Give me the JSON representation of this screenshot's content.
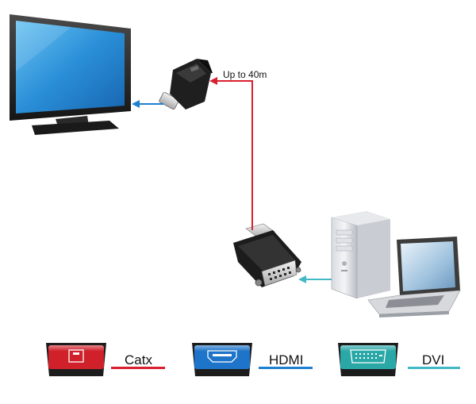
{
  "distance_label": "Up to 40m",
  "legend": [
    {
      "badge_label": "Catx",
      "label": "Catx",
      "color": "#d8202f",
      "badge_color": "#d0202a"
    },
    {
      "badge_label": "HDMI",
      "label": "HDMI",
      "color": "#1f7fd0",
      "badge_color": "#1e74c8"
    },
    {
      "badge_label": "DVI",
      "label": "DVI",
      "color": "#43b8c4",
      "badge_color": "#2aa7a7"
    }
  ],
  "colors": {
    "catx": "#d8202f",
    "hdmi": "#1f7fd0",
    "dvi": "#43b8c4",
    "screen": "#2a8fd8"
  },
  "icons": [
    "monitor-icon",
    "hdmi-receiver-icon",
    "dvi-transmitter-icon",
    "pc-tower-icon",
    "laptop-icon",
    "rj45-port-icon",
    "hdmi-port-icon",
    "dvi-port-icon"
  ]
}
